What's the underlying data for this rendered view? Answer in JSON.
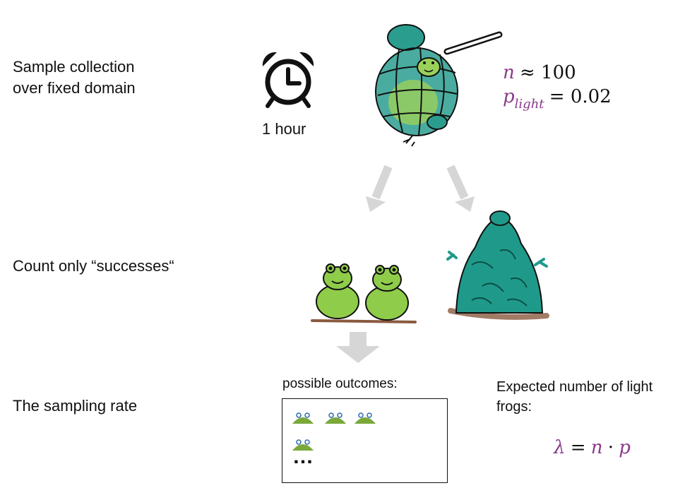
{
  "rows": {
    "sample_collection": "Sample collection\nover fixed domain",
    "count_successes": "Count only “successes“",
    "sampling_rate": "The sampling rate"
  },
  "timer": {
    "icon": "alarm-clock-icon",
    "label": "1 hour"
  },
  "params": {
    "n_symbol": "n",
    "n_relation": "≈ 100",
    "p_symbol": "p",
    "p_subscript": "light",
    "p_relation": "= 0.02"
  },
  "outcomes": {
    "title": "possible outcomes:",
    "ellipsis": "…"
  },
  "expected": {
    "text": "Expected number of light\nfrogs:",
    "lambda": "λ",
    "equals": "=",
    "n": "n",
    "dot": "·",
    "p": "p"
  },
  "colors": {
    "purple": "#8a3a8c",
    "light_frog": "#8fcc4a",
    "dark_frog": "#1f9a8a",
    "arrow": "#d6d6d6",
    "ground": "#8a5a40"
  }
}
